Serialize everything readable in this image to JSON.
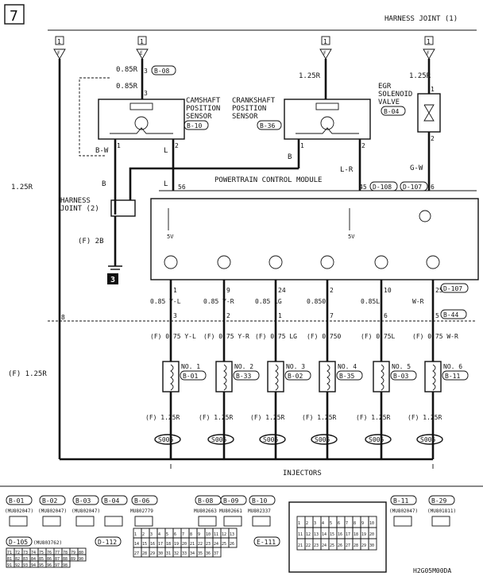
{
  "page": {
    "number": "7",
    "title": "HARNESS JOINT (1)",
    "footer_code": "H2G05M00DA"
  },
  "fuses": [
    "1",
    "1",
    "1",
    "1"
  ],
  "fuse_letters": [
    "F",
    "E",
    "F",
    "F"
  ],
  "sensors": {
    "cam_wire_top": "0.85R",
    "cam_wire_top_pin": "3",
    "cam_conn_top": "B-08",
    "cam_wire_shield": "0.85R",
    "cam_pin_in": "3",
    "cam_label": "CAMSHAFT POSITION SENSOR",
    "cam_conn": "B-10",
    "crank_label": "CRANKSHAFT POSITION SENSOR",
    "crank_conn": "B-36",
    "crank_wire_top": "1.25R",
    "egr_wire_top": "1.25R",
    "egr_label": "EGR SOLENOID VALVE",
    "egr_conn": "B-04"
  },
  "wires": {
    "bw": "B-W",
    "b1": "B",
    "l1": "L",
    "b2": "B",
    "lr": "L-R",
    "gw": "G-W",
    "pin1a": "1",
    "pin2a": "2",
    "pin1b": "1",
    "pin2b": "2",
    "pin1c": "1",
    "pin2c": "2",
    "main_left": "1.25R",
    "fused_left": "(F) 1.25R",
    "joint2_label": "HARNESS JOINT (2)",
    "ground_wire": "(F) 2B",
    "ground_num": "3",
    "joint_pin": "8"
  },
  "pcm": {
    "label": "POWERTRAIN CONTROL MODULE",
    "pin_56": "56",
    "pin_45": "45",
    "pin_6": "6",
    "conn_a": "D-108",
    "conn_b": "D-107",
    "v5a": "5V",
    "v5b": "5V"
  },
  "injector_outputs": [
    {
      "pin": "1",
      "wire": "0.85 Y-L",
      "j": "3",
      "fwire": "(F) 0.75 Y-L",
      "no": "NO. 1",
      "conn": "B-01"
    },
    {
      "pin": "9",
      "wire": "0.85 Y-R",
      "j": "2",
      "fwire": "(F) 0.75 Y-R",
      "no": "NO. 2",
      "conn": "B-33"
    },
    {
      "pin": "24",
      "wire": "0.85 LG",
      "j": "1",
      "fwire": "(F) 0.75 LG",
      "no": "NO. 3",
      "conn": "B-02"
    },
    {
      "pin": "2",
      "wire": "0.850",
      "j": "7",
      "fwire": "(F) 0.750",
      "no": "NO. 4",
      "conn": "B-35"
    },
    {
      "pin": "10",
      "wire": "0.85L",
      "j": "6",
      "fwire": "(F) 0.75L",
      "no": "NO. 5",
      "conn": "B-03"
    },
    {
      "pin": "25",
      "wire": "W-R",
      "j": "5",
      "fwire": "(F) 0.75 W-R",
      "no": "NO. 6",
      "conn": "B-11"
    }
  ],
  "injector_conn_right": "D-107",
  "joint_conn": "B-44",
  "splice": "S005",
  "injector_feed": "(F) 1.25R",
  "injectors_label": "INJECTORS",
  "connectors_legend": [
    {
      "id": "B-01",
      "part": "(MU802047)"
    },
    {
      "id": "B-02",
      "part": "(MU802047)"
    },
    {
      "id": "B-03",
      "part": "(MU802047)"
    },
    {
      "id": "B-04",
      "part": ""
    },
    {
      "id": "B-06",
      "part": "MU802779"
    },
    {
      "id": "B-08",
      "part": "MU802663"
    },
    {
      "id": "B-09",
      "part": "MU802661"
    },
    {
      "id": "B-10",
      "part": "MU802337"
    },
    {
      "id": "B-11",
      "part": "(MU802047)"
    },
    {
      "id": "B-29",
      "part": "(MU801811)"
    },
    {
      "id": "D-105",
      "part": "(MU803762)"
    },
    {
      "id": "D-112",
      "part": ""
    },
    {
      "id": "E-111",
      "part": ""
    }
  ],
  "d105_grid": [
    "71",
    "72",
    "73",
    "74",
    "75",
    "76",
    "77",
    "78",
    "79",
    "80",
    "81",
    "82",
    "83",
    "84",
    "85",
    "86",
    "87",
    "88",
    "89",
    "90",
    "91",
    "92",
    "93",
    "94",
    "95",
    "96",
    "97",
    "98"
  ],
  "d112_grid": [
    "1",
    "2",
    "3",
    "4",
    "5",
    "6",
    "7",
    "8",
    "9",
    "10",
    "11",
    "12",
    "13",
    "14",
    "15",
    "16",
    "17",
    "18",
    "19",
    "20",
    "21",
    "22",
    "23",
    "24",
    "25",
    "26",
    "27",
    "28",
    "29",
    "30",
    "31",
    "32",
    "33",
    "34",
    "35",
    "36",
    "37"
  ],
  "e111_grid": [
    "1",
    "2",
    "3",
    "4",
    "5",
    "6",
    "7",
    "8",
    "9",
    "10",
    "11",
    "12",
    "13",
    "14",
    "15",
    "16",
    "17",
    "18",
    "19",
    "20",
    "21",
    "22",
    "23",
    "24",
    "25",
    "26",
    "27",
    "28",
    "29",
    "30"
  ]
}
